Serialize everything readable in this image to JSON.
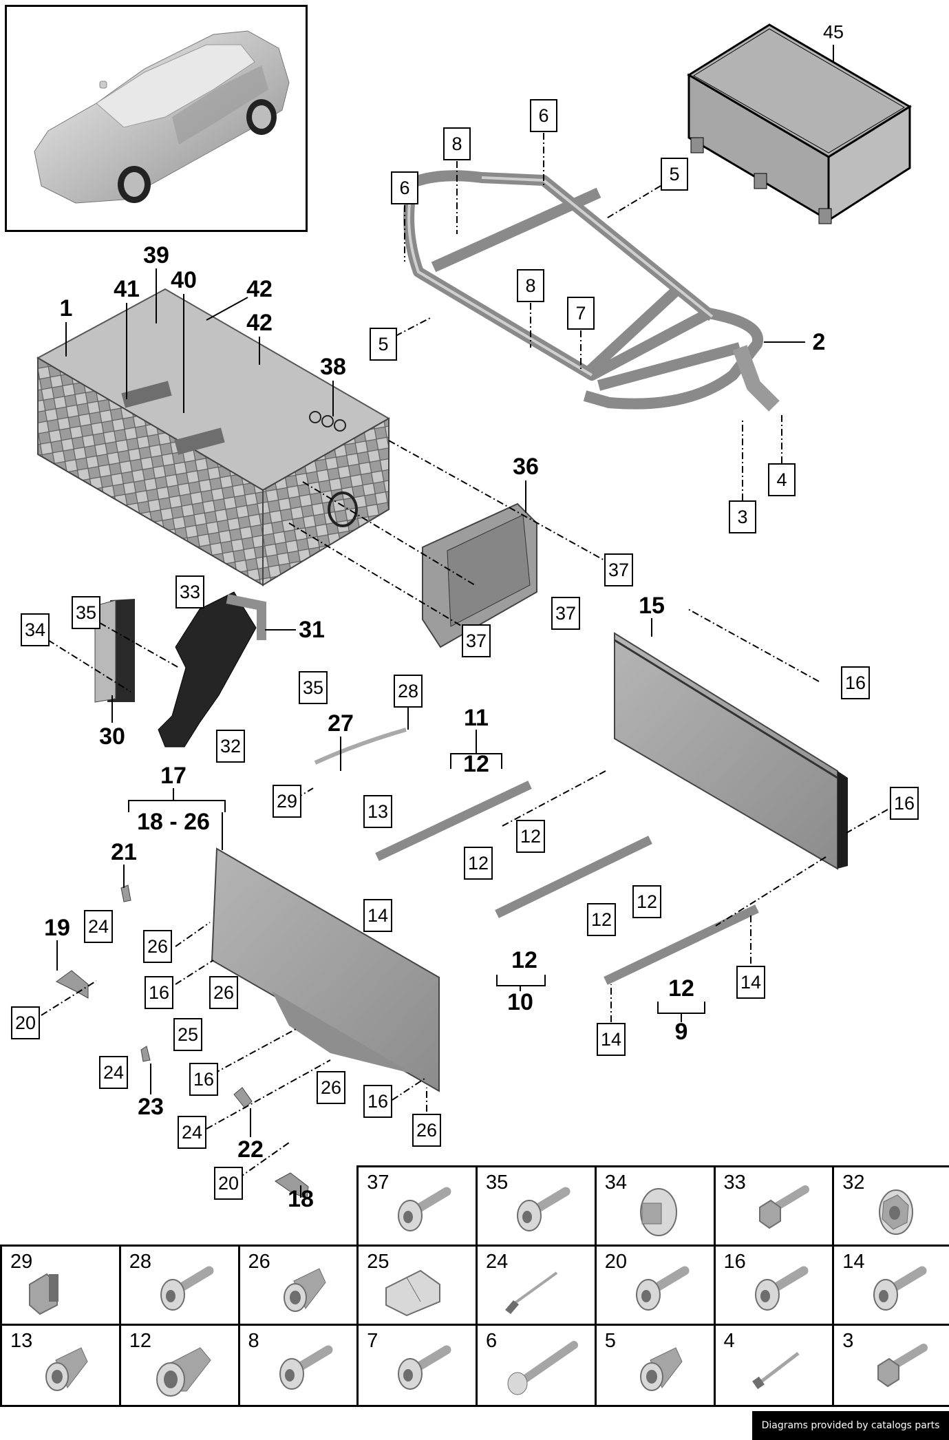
{
  "diagram": {
    "title_thumbnail": "vehicle-overview",
    "bold_labels": {
      "l45": "45",
      "l2": "2",
      "l39": "39",
      "l41": "41",
      "l40": "40",
      "l42a": "42",
      "l42b": "42",
      "l1": "1",
      "l38": "38",
      "l36": "36",
      "l31": "31",
      "l30": "30",
      "l27": "27",
      "l11": "11",
      "l12a": "12",
      "l15": "15",
      "l17": "17",
      "l18_26": "18 - 26",
      "l21": "21",
      "l19": "19",
      "l12b": "12",
      "l10": "10",
      "l12c": "12",
      "l9": "9",
      "l23": "23",
      "l22": "22",
      "l18": "18"
    },
    "boxed_labels": {
      "b6a": "6",
      "b8a": "8",
      "b6b": "6",
      "b5a": "5",
      "b8b": "8",
      "b7": "7",
      "b5b": "5",
      "b4": "4",
      "b3": "3",
      "b37a": "37",
      "b37b": "37",
      "b37c": "37",
      "b33": "33",
      "b35a": "35",
      "b34": "34",
      "b32": "32",
      "b35b": "35",
      "b28": "28",
      "b29": "29",
      "b16a": "16",
      "b16b": "16",
      "b13": "13",
      "b14a": "14",
      "b12a": "12",
      "b12b": "12",
      "b24a": "24",
      "b26a": "26",
      "b16c": "16",
      "b26b": "26",
      "b12c": "12",
      "b12d": "12",
      "b20a": "20",
      "b25": "25",
      "b14b": "14",
      "b14c": "14",
      "b24b": "24",
      "b16d": "16",
      "b26c": "26",
      "b16e": "16",
      "b26d": "26",
      "b24c": "24",
      "b20b": "20"
    }
  },
  "parts_table": {
    "row1": [
      {
        "number": "37",
        "icon": "flange-bolt-icon"
      },
      {
        "number": "35",
        "icon": "washer-head-bolt-icon"
      },
      {
        "number": "34",
        "icon": "square-nut-icon"
      },
      {
        "number": "33",
        "icon": "hex-bolt-icon"
      },
      {
        "number": "32",
        "icon": "flange-nut-icon"
      }
    ],
    "row2": [
      {
        "number": "29",
        "icon": "grommet-nut-icon"
      },
      {
        "number": "28",
        "icon": "torx-bolt-icon"
      },
      {
        "number": "26",
        "icon": "rivet-nut-icon"
      },
      {
        "number": "25",
        "icon": "clip-nut-icon"
      },
      {
        "number": "24",
        "icon": "blind-rivet-icon"
      },
      {
        "number": "20",
        "icon": "torx-bolt-icon"
      },
      {
        "number": "16",
        "icon": "washer-head-bolt-icon"
      },
      {
        "number": "14",
        "icon": "torx-bolt-icon"
      }
    ],
    "row3": [
      {
        "number": "13",
        "icon": "rivet-nut-icon"
      },
      {
        "number": "12",
        "icon": "large-rivet-nut-icon"
      },
      {
        "number": "8",
        "icon": "torx-bolt-icon"
      },
      {
        "number": "7",
        "icon": "torx-bolt-icon"
      },
      {
        "number": "6",
        "icon": "long-bolt-icon"
      },
      {
        "number": "5",
        "icon": "rivet-nut-icon"
      },
      {
        "number": "4",
        "icon": "stud-bolt-icon"
      },
      {
        "number": "3",
        "icon": "hex-bolt-icon"
      }
    ]
  },
  "footer": {
    "credit": "Diagrams provided by catalogs parts"
  },
  "colors": {
    "part_fill": "#a9a9a9",
    "part_dark": "#6f6f6f",
    "part_light": "#d4d4d4",
    "ink": "#000000",
    "footer_bg": "#000000"
  }
}
